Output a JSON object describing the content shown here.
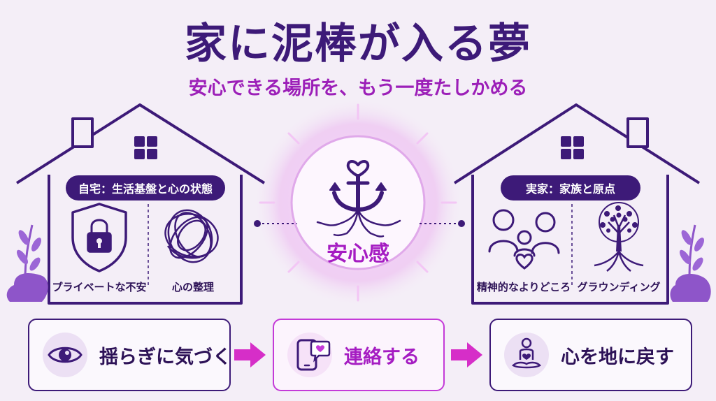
{
  "title": "家に泥棒が入る夢",
  "subtitle": "安心できる場所を、もう一度たしかめる",
  "left_house": {
    "label": "自宅：生活基盤と心の状態",
    "items": [
      {
        "icon": "padlock-shield-icon",
        "label": "プライベートな不安"
      },
      {
        "icon": "tangled-thread-icon",
        "label": "心の整理"
      }
    ]
  },
  "center": {
    "icon": "heart-anchor-with-roots-icon",
    "label": "安心感"
  },
  "right_house": {
    "label": "実家：家族と原点",
    "items": [
      {
        "icon": "family-heart-icon",
        "label": "精神的なよりどころ"
      },
      {
        "icon": "rooted-tree-icon",
        "label": "グラウンディング"
      }
    ]
  },
  "steps": [
    {
      "icon": "eye-icon",
      "label": "揺らぎに気づく"
    },
    {
      "icon": "phone-message-heart-icon",
      "label": "連絡する"
    },
    {
      "icon": "meditation-heart-icon",
      "label": "心を地に戻す"
    }
  ],
  "colors": {
    "background": "#f4eef7",
    "primary": "#3d1a78",
    "accent": "#a51cc2",
    "arrow": "#d62ec8"
  }
}
